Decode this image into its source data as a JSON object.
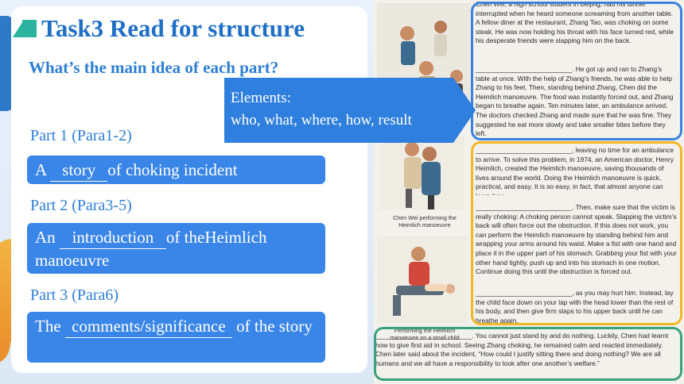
{
  "slide": {
    "title": "Task3 Read for structure",
    "question": "What’s the main idea of each part?",
    "elements": {
      "line1": "Elements:",
      "line2": "who, what, where, how, result"
    },
    "parts": [
      {
        "label": "Part 1 (Para1-2)",
        "prefix": "A ",
        "answer": "story",
        "suffix": "of choking incident"
      },
      {
        "label": "Part 2 (Para3-5)",
        "prefix": "An ",
        "answer": "introduction",
        "suffix": "of theHeimlich manoeuvre"
      },
      {
        "label": "Part 3 (Para6)",
        "prefix": "The ",
        "answer": "comments/significance",
        "suffix": " of the story"
      }
    ]
  },
  "article": {
    "para1": "Chen Wei, a high school student in Beijing, had his dinner interrupted when he heard someone screaming from another table. A fellow diner at the restaurant, Zhang Tao, was choking on some steak. He was now holding his throat with his face turned red, while his desperate friends were slapping him on the back.",
    "para2": "__________________________. He got up and ran to Zhang’s table at once. With the help of Zhang’s friends, he was able to help Zhang to his feet. Then, standing behind Zhang, Chen did the Heimlich manoeuvre. The food was instantly forced out, and Zhang began to breathe again. Ten minutes later, an ambulance arrived. The doctors checked Zhang and made sure that he was fine. They suggested he eat more slowly and take smaller bites before they left.",
    "para3": "__________________________, leaving no time for an ambulance to arrive. To solve this problem, in 1974, an American doctor, Henry Heimlich, created the Heimlich manoeuvre, saving thousands of lives around the world. Doing the Heimlich manoeuvre is quick, practical, and easy. It is so easy, in fact, that almost anyone can learn how.",
    "para4": "__________________________. Then, make sure that the victim is really choking: A choking person cannot speak. Slapping the victim’s back will often force out the obstruction. If this does not work, you can perform the Heimlich manoeuvre by standing behind him and wrapping your arms around his waist. Make a fist with one hand and place it in the upper part of his stomach. Grabbing your fist with your other hand tightly, push up and into his stomach in one motion. Continue doing this until the obstruction is forced out.",
    "para5": "__________________________, as you may hurt him. Instead, lay the child face down on your lap with the head lower than the rest of his body, and then give firm slaps to his upper back until he can breathe again.",
    "para6": "__________________________. You cannot just stand by and do nothing. Luckily, Chen had learnt how to give first aid in school. Seeing Zhang choking, he remained calm and reacted immediately. Chen later said about the incident, “How could I justify sitting there and doing nothing? We are all humans and we all have a responsibility to look after one another’s welfare.”",
    "caption1": "Chen Wei performing the Heimlich manoeuvre",
    "caption2": "Performing the Heimlich manoeuvre on a small child"
  },
  "colors": {
    "title": "#1f6fc6",
    "accent_teal": "#2bb3a0",
    "answer_box": "#3a86e8",
    "frame_blue": "#3b82e0",
    "frame_yellow": "#f4b623",
    "frame_green": "#3aa27c"
  }
}
